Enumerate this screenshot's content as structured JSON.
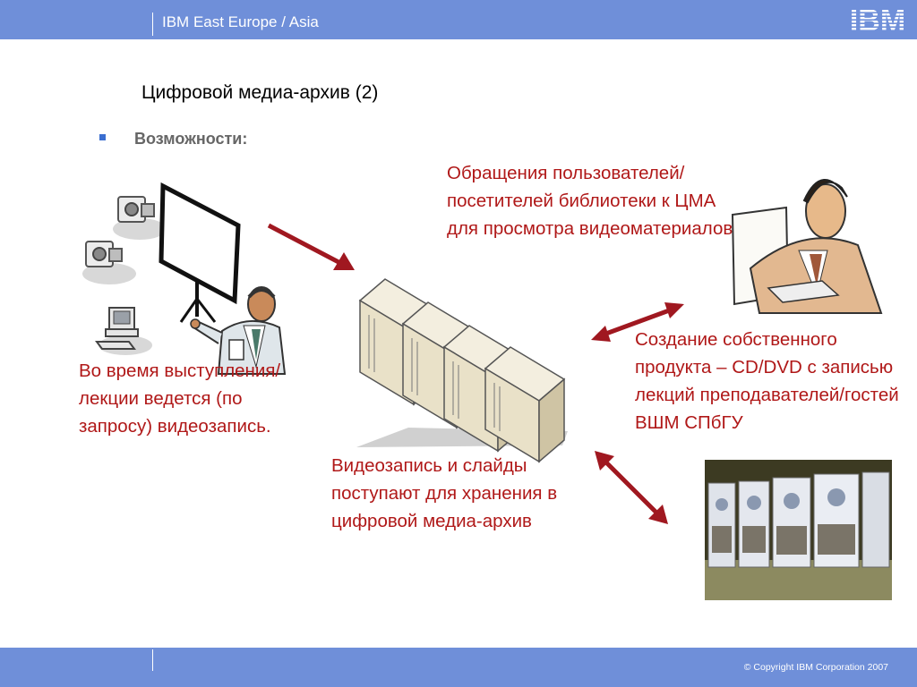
{
  "header": {
    "brand": "IBM East Europe / Asia",
    "logo_text": "IBM",
    "color": "#6f8fd9"
  },
  "slide": {
    "title": "Цифровой медиа-архив (2)",
    "subhead": "Возможности",
    "subhead_colon": ":",
    "text_requests": "Обращения пользователей/ посетителей библиотеки к ЦМА для просмотра видеоматериалов",
    "text_lecture": "Во время выступления/лекции ведется (по запросу) видеозапись.",
    "text_product": "Создание собственного продукта – CD/DVD с записью лекций преподавателей/гостей ВШМ СПбГУ",
    "text_storage": "Видеозапись и слайды поступают для хранения в цифровой медиа-архив"
  },
  "icons": [
    "video-camera-icon",
    "video-camera-icon",
    "computer-icon",
    "projection-screen-icon",
    "lecturer-icon",
    "server-rack-icon",
    "user-at-computer-icon",
    "dvd-covers-photo"
  ],
  "colors": {
    "text_red": "#b01818",
    "arrow": "#a01820"
  },
  "footer": {
    "copyright": "© Copyright IBM Corporation 2007"
  }
}
